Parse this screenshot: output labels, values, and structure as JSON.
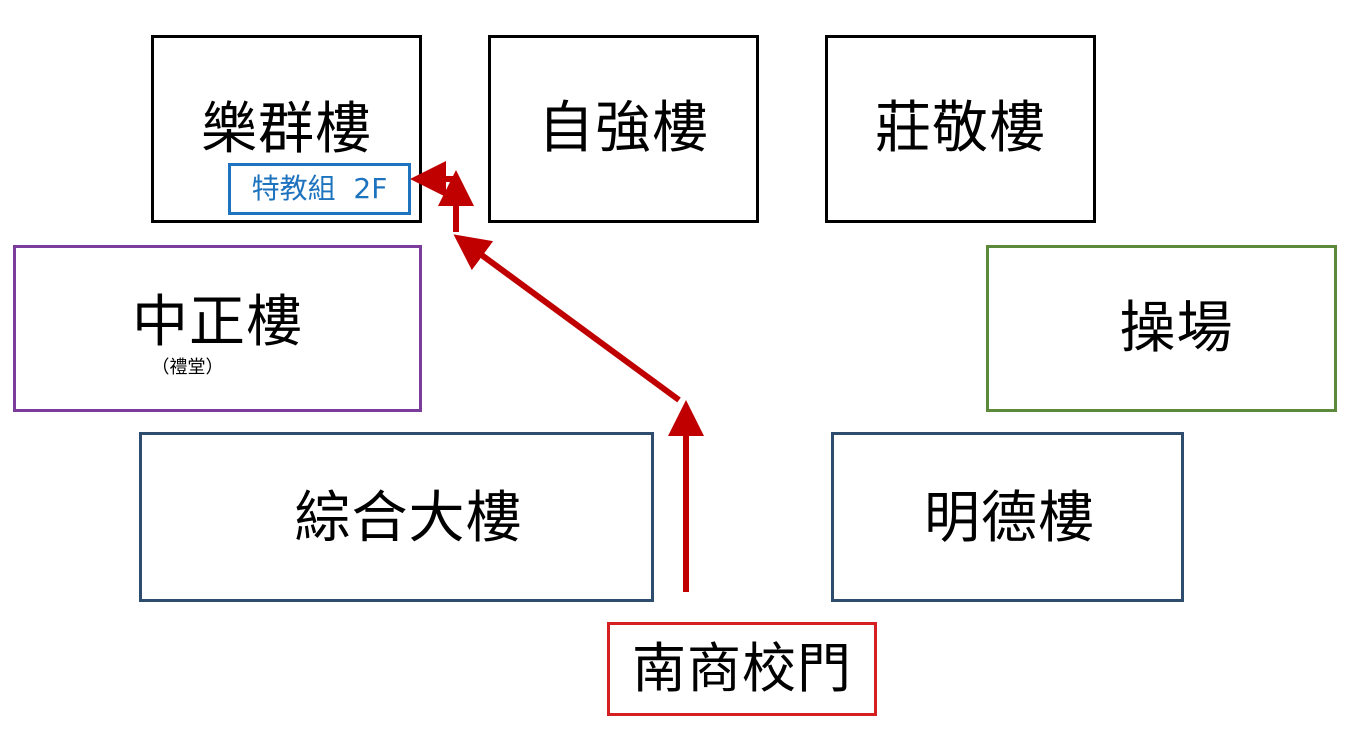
{
  "buildings": {
    "lequn": "樂群樓",
    "ziqiang": "自強樓",
    "zhuangjing": "莊敬樓",
    "zhongzheng": "中正樓",
    "zhongzheng_sub": "（禮堂）",
    "playground": "操場",
    "zonghe": "綜合大樓",
    "mingde": "明德樓",
    "gate": "南商校門"
  },
  "destination_label": "特教組  2F",
  "colors": {
    "route": "#c00000",
    "destination": "#1e73be",
    "zhongzheng_border": "#7a3d9c",
    "playground_border": "#5b8a3a",
    "lower_buildings_border": "#2d4c6e",
    "gate_border": "#d42020"
  }
}
